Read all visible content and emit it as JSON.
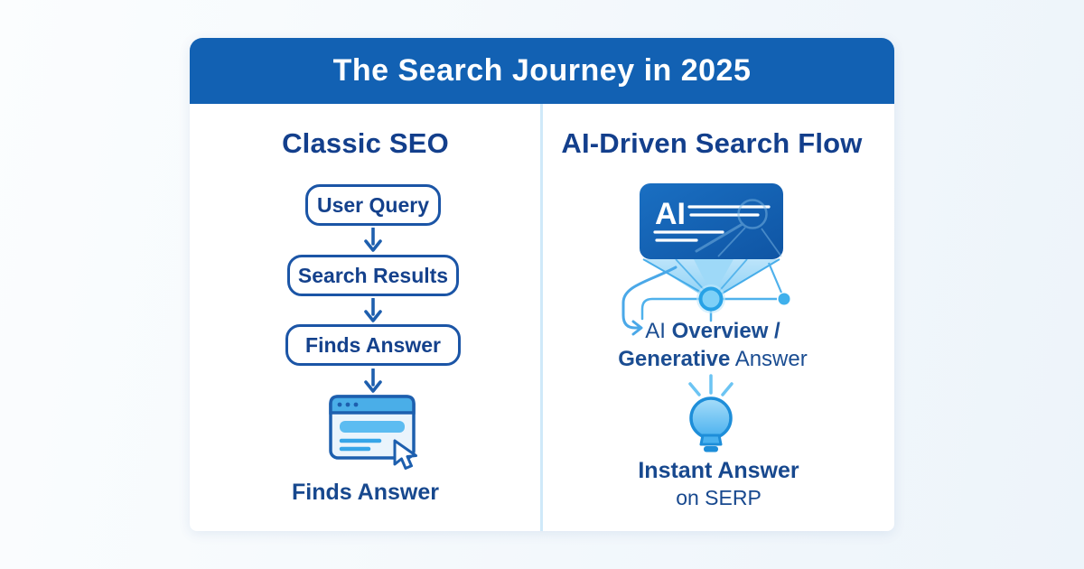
{
  "page": {
    "title": "The Search Journey in 2025"
  },
  "left_column": {
    "heading": "Classic SEO",
    "steps": [
      "User Query",
      "Search Results",
      "Finds Answer"
    ],
    "caption": "Finds Answer"
  },
  "right_column": {
    "heading": "AI-Driven Search Flow",
    "ai_box_label": "AI",
    "overview": {
      "seg1": "AI ",
      "seg2": "Overview /",
      "seg3": "Generative",
      "seg4": " Answer"
    },
    "caption_line1": "Instant Answer",
    "caption_line2": "on SERP"
  },
  "icons": {
    "down_arrow": "down-arrow-icon",
    "browser_window": "browser-window-icon",
    "cursor": "cursor-arrow-icon",
    "ai_box": "ai-box-icon",
    "magnifier_ghost": "magnifier-icon",
    "funnel": "funnel-beam-icon",
    "node": "node-circle-icon",
    "curved_arrow": "curved-arrow-icon",
    "lightbulb": "lightbulb-icon"
  },
  "colors": {
    "header_blue": "#1261b3",
    "navy_text": "#17488e",
    "box_border": "#1b55a6",
    "accent_blue": "#36a5e8",
    "light_blue": "#7ecbf5",
    "funnel_fill": "#a9dcf8",
    "divider": "#cfe9f9",
    "card_bg": "#ffffff"
  }
}
